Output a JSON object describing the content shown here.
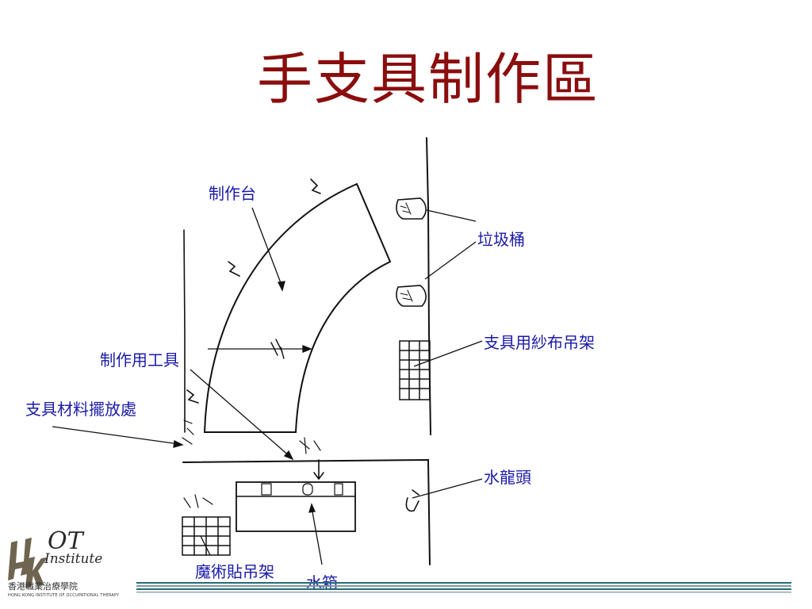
{
  "title": "手支具制作區",
  "labels": {
    "workbench": "制作台",
    "trash": "垃圾桶",
    "gauze_rack": "支具用紗布吊架",
    "tools": "制作用工具",
    "materials": "支具材料擺放處",
    "faucet": "水龍頭",
    "velcro_rack": "魔術貼吊架",
    "water_tank": "水箱"
  },
  "logo": {
    "mark": "OT",
    "script": "Institute",
    "cn": "香港職業治療學院",
    "en": "HONG KONG INSTITUTE OF OCCUPATIONAL THERAPY"
  },
  "colors": {
    "title": "#8b0d0d",
    "label": "#1a1aa8",
    "footer": "#2a6a78"
  }
}
